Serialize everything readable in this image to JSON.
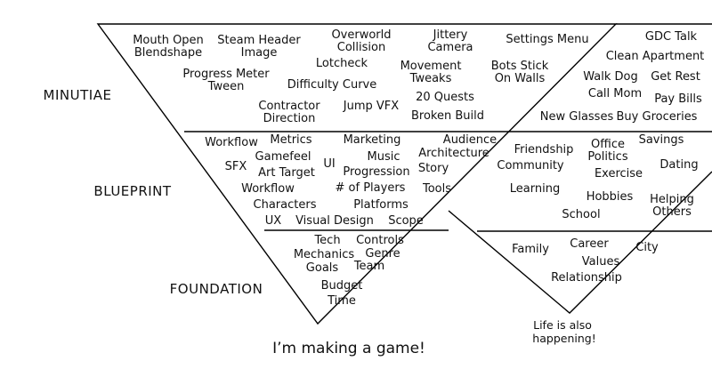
{
  "levels": {
    "minutiae": "MINUTIAE",
    "blueprint": "BLUEPRINT",
    "foundation": "FOUNDATION"
  },
  "caption": "I’m making a game!",
  "side_note": [
    "Life is also",
    "happening!"
  ],
  "game": {
    "minutiae": [
      [
        "Mouth Open",
        "Blendshape"
      ],
      [
        "Steam Header",
        "Image"
      ],
      [
        "Overworld",
        "Collision"
      ],
      [
        "Jittery",
        "Camera"
      ],
      [
        "Settings Menu"
      ],
      [
        "Progress Meter",
        "Tween"
      ],
      [
        "Lotcheck"
      ],
      [
        "Movement",
        "Tweaks"
      ],
      [
        "Bots Stick",
        "On Walls"
      ],
      [
        "Difficulty Curve"
      ],
      [
        "20 Quests"
      ],
      [
        "Contractor",
        "Direction"
      ],
      [
        "Jump VFX"
      ],
      [
        "Broken Build"
      ]
    ],
    "blueprint": [
      [
        "Workflow"
      ],
      [
        "Metrics"
      ],
      [
        "Marketing"
      ],
      [
        "Audience"
      ],
      [
        "Gamefeel"
      ],
      [
        "Music"
      ],
      [
        "Architecture"
      ],
      [
        "SFX"
      ],
      [
        "UI"
      ],
      [
        "Art Target"
      ],
      [
        "Progression"
      ],
      [
        "Story"
      ],
      [
        "Workflow"
      ],
      [
        "# of Players"
      ],
      [
        "Tools"
      ],
      [
        "Characters"
      ],
      [
        "Platforms"
      ],
      [
        "UX"
      ],
      [
        "Visual Design"
      ],
      [
        "Scope"
      ]
    ],
    "foundation": [
      [
        "Tech"
      ],
      [
        "Controls"
      ],
      [
        "Mechanics"
      ],
      [
        "Genre"
      ],
      [
        "Goals"
      ],
      [
        "Team"
      ],
      [
        "Budget"
      ],
      [
        "Time"
      ]
    ]
  },
  "life": {
    "minutiae": [
      [
        "GDC Talk"
      ],
      [
        "Clean Apartment"
      ],
      [
        "Walk Dog"
      ],
      [
        "Get Rest"
      ],
      [
        "Call Mom"
      ],
      [
        "Pay Bills"
      ],
      [
        "New Glasses"
      ],
      [
        "Buy Groceries"
      ]
    ],
    "blueprint": [
      [
        "Savings"
      ],
      [
        "Office",
        "Politics"
      ],
      [
        "Friendship"
      ],
      [
        "Community"
      ],
      [
        "Dating"
      ],
      [
        "Exercise"
      ],
      [
        "Learning"
      ],
      [
        "Hobbies"
      ],
      [
        "Helping",
        "Others"
      ],
      [
        "School"
      ]
    ],
    "foundation": [
      [
        "Family"
      ],
      [
        "Career"
      ],
      [
        "City"
      ],
      [
        "Values"
      ],
      [
        "Relationship"
      ]
    ]
  }
}
